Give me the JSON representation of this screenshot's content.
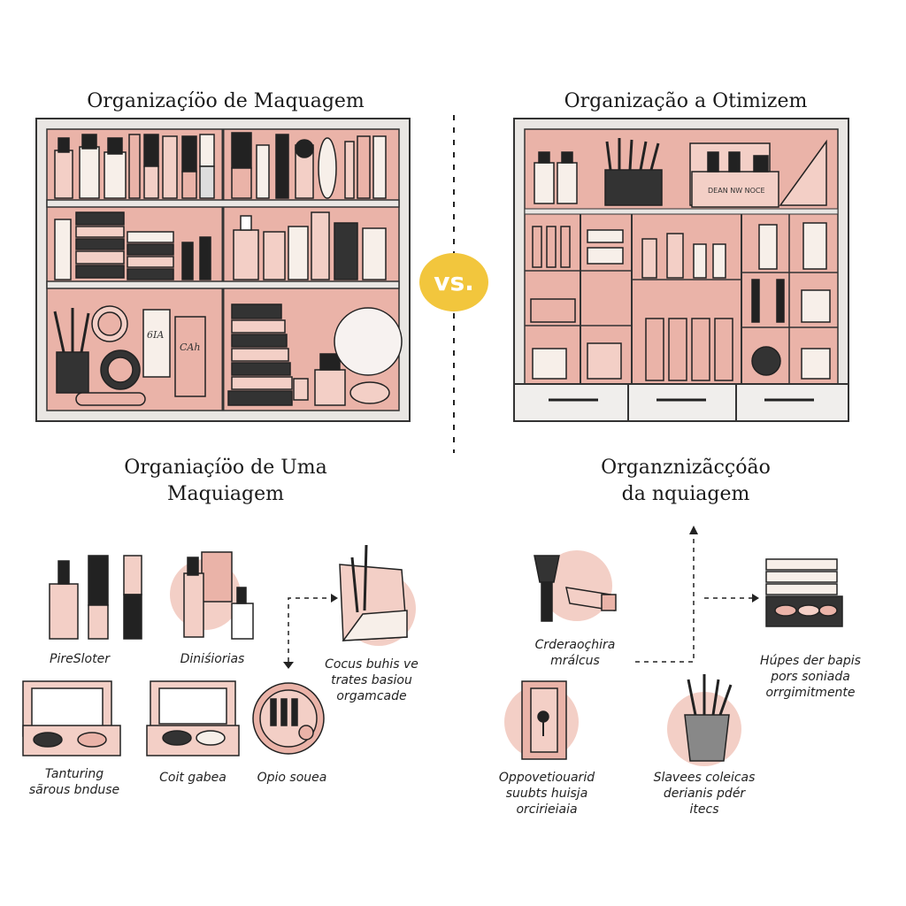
{
  "titles": {
    "top_left": "Organizaçíöo de Maquagem",
    "top_right": "Organização a Otimizem",
    "bottom_left_1": "Organiaçíöo de Uma",
    "bottom_left_2": "Maquiagem",
    "bottom_right_1": "Organznizãcçóão",
    "bottom_right_2": "da nquiagem"
  },
  "vs_label": "vs.",
  "labels": {
    "right_box": "DEAN NW NOCE",
    "tube_a": "6IA",
    "tube_b": "CAh"
  },
  "captions": {
    "products_left": "PireSloter",
    "products_mid": "Diniśiorias",
    "bag": [
      "Cocus buhis ve",
      "trates basiou",
      "orgamcade"
    ],
    "palette_left": [
      "Tanturing",
      "sãrous bnduse"
    ],
    "palette_mid": "Coit gabea",
    "round": "Opio souea",
    "brush": [
      "Crderaoçhira",
      "mrálcus"
    ],
    "drawers": [
      "Húpes der bapis",
      "pors soniada",
      "orrgimitmente"
    ],
    "case": [
      "Oppovetiouarid",
      "suubts huisja",
      "orcirieiaia"
    ],
    "cup": [
      "Slavees coleicas",
      "derianis pdér",
      "itecs"
    ]
  },
  "colors": {
    "pink": "#eab3a8",
    "pink_light": "#f3cfc6",
    "frame": "#e9e6e3",
    "dark": "#2a2a2a",
    "accent": "#f2c63d"
  }
}
